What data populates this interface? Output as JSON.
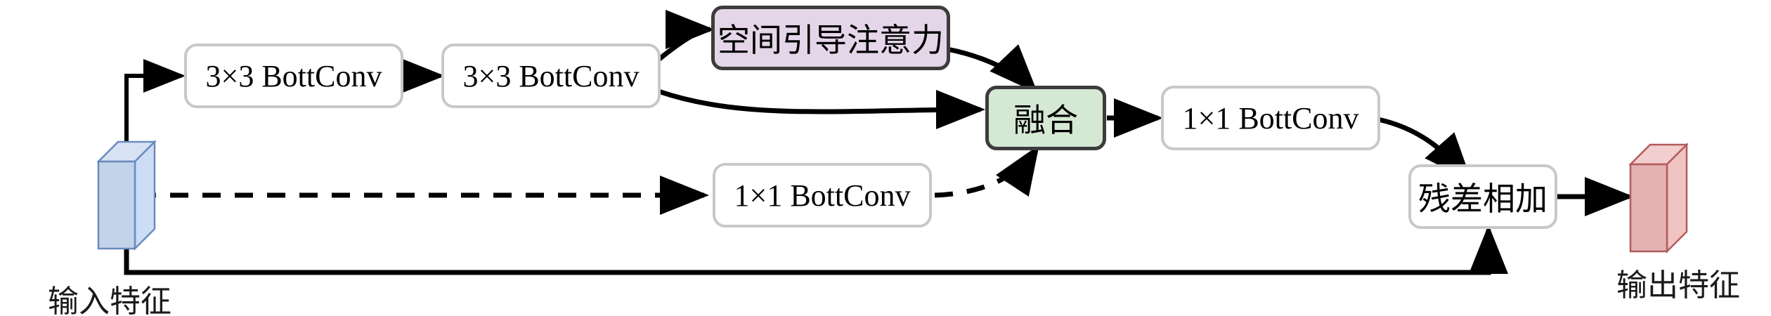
{
  "diagram": {
    "title": "Bottleneck convolution block with spatial guided attention",
    "colors": {
      "plain_border": "#c8c8c8",
      "attention_fill": "#e4d5e8",
      "attention_border": "#3c3c3c",
      "fusion_fill": "#d5e8d4",
      "fusion_border": "#3c3c3c",
      "input_volume_fill": "#c3d3ea",
      "input_volume_border": "#6a8bc0",
      "output_volume_fill": "#e9b8b8",
      "output_volume_border": "#b35a5a",
      "arrow": "#000000",
      "background": "#ffffff"
    },
    "nodes": [
      {
        "id": "conv3a",
        "label": "3×3 BottConv",
        "style": "plain"
      },
      {
        "id": "conv3b",
        "label": "3×3 BottConv",
        "style": "plain"
      },
      {
        "id": "attention",
        "label": "空间引导注意力",
        "style": "attention"
      },
      {
        "id": "fusion",
        "label": "融合",
        "style": "fusion"
      },
      {
        "id": "conv1top",
        "label": "1×1 BottConv",
        "style": "plain"
      },
      {
        "id": "conv1bot",
        "label": "1×1 BottConv",
        "style": "plain"
      },
      {
        "id": "residual",
        "label": "残差相加",
        "style": "plain"
      }
    ],
    "volumes": [
      {
        "id": "input-volume",
        "caption": "输入特征"
      },
      {
        "id": "output-volume",
        "caption": "输出特征"
      }
    ],
    "edges": [
      {
        "from": "input-volume",
        "to": "conv3a",
        "style": "solid"
      },
      {
        "from": "conv3a",
        "to": "conv3b",
        "style": "solid"
      },
      {
        "from": "conv3b",
        "to": "attention",
        "style": "solid"
      },
      {
        "from": "conv3b",
        "to": "fusion",
        "style": "solid"
      },
      {
        "from": "attention",
        "to": "fusion",
        "style": "solid"
      },
      {
        "from": "input-volume",
        "to": "conv1bot",
        "style": "dashed"
      },
      {
        "from": "conv1bot",
        "to": "fusion",
        "style": "dashed"
      },
      {
        "from": "fusion",
        "to": "conv1top",
        "style": "solid"
      },
      {
        "from": "conv1top",
        "to": "residual",
        "style": "solid"
      },
      {
        "from": "input-volume",
        "to": "residual",
        "style": "solid"
      },
      {
        "from": "residual",
        "to": "output-volume",
        "style": "solid"
      }
    ]
  }
}
